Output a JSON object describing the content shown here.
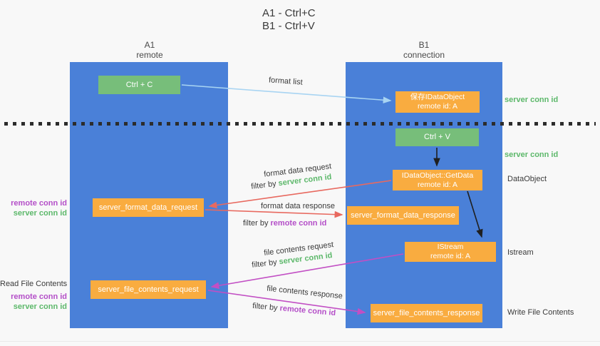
{
  "title": {
    "line1": "A1 - Ctrl+C",
    "line2": "B1 - Ctrl+V"
  },
  "lanes": {
    "left": {
      "name": "A1",
      "subtitle": "remote"
    },
    "right": {
      "name": "B1",
      "subtitle": "connection"
    }
  },
  "boxes": {
    "ctrl_c": {
      "label": "Ctrl + C"
    },
    "save_dataobject": {
      "line1": "保存IDataObject",
      "line2": "remote id: A"
    },
    "ctrl_v": {
      "label": "Ctrl + V"
    },
    "getdata": {
      "line1": "IDataObject::GetData",
      "line2": "remote id: A"
    },
    "istream": {
      "line1": "IStream",
      "line2": "remote id: A"
    },
    "server_format_data_request": {
      "label": "server_format_data_request"
    },
    "server_format_data_response": {
      "label": "server_format_data_response"
    },
    "server_file_contents_request": {
      "label": "server_file_contents_request"
    },
    "server_file_contents_response": {
      "label": "server_file_contents_response"
    }
  },
  "side_labels": {
    "server_conn_id_top": "server conn id",
    "server_conn_id_mid": "server conn id",
    "dataobject": "DataObject",
    "istream": "Istream",
    "write_file_contents": "Write File Contents",
    "read_file_contents": "Read File Contents",
    "format_remote_conn_id": "remote conn id",
    "format_server_conn_id": "server conn id",
    "file_remote_conn_id": "remote conn id",
    "file_server_conn_id": "server conn id"
  },
  "arrow_labels": {
    "format_list": "format list",
    "format_data_request": "format data request",
    "format_data_request_filter_prefix": "filter by ",
    "format_data_request_filter_value": "server conn id",
    "format_data_response": "format data response",
    "format_data_response_filter_prefix": "filter by ",
    "format_data_response_filter_value": "remote conn id",
    "file_contents_request": "file contents request",
    "file_contents_request_filter_prefix": "filter by ",
    "file_contents_request_filter_value": "server conn id",
    "file_contents_response": "file contents response",
    "file_contents_response_filter_prefix": "filter by ",
    "file_contents_response_filter_value": "remote conn id"
  },
  "colors": {
    "background": "#F8F8F8",
    "lane_blue": "#4A80D8",
    "box_green": "#77BE7A",
    "box_orange": "#F9AC40",
    "arrow_lightblue": "#A8D4F2",
    "arrow_red": "#E8695F",
    "arrow_magenta": "#C24FC4",
    "arrow_black": "#1F1F1F",
    "text_green": "#5CB86A",
    "text_purple": "#B44EC8"
  }
}
